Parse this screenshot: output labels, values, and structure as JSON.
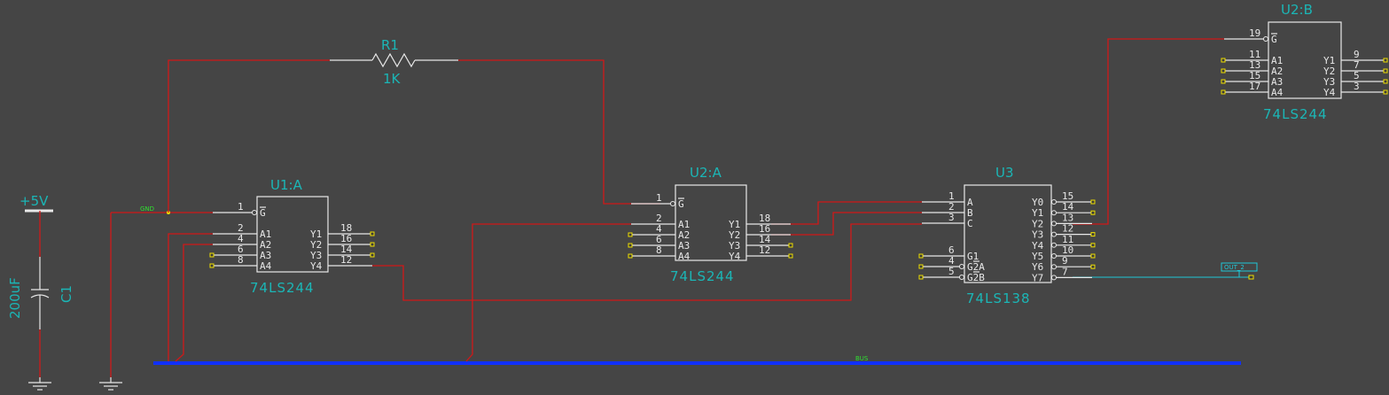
{
  "net_labels": {
    "gnd": "GND",
    "bus": "BUS",
    "out": "OUT_2"
  },
  "power": {
    "label": "+5V"
  },
  "capacitor": {
    "ref": "C1",
    "value": "200uF"
  },
  "resistor": {
    "ref": "R1",
    "value": "1K"
  },
  "u1a": {
    "ref": "U1:A",
    "part": "74LS244",
    "gate": {
      "num": "1",
      "name": "G"
    },
    "inputs": [
      {
        "num": "2",
        "name": "A1"
      },
      {
        "num": "4",
        "name": "A2"
      },
      {
        "num": "6",
        "name": "A3"
      },
      {
        "num": "8",
        "name": "A4"
      }
    ],
    "outputs": [
      {
        "num": "18",
        "name": "Y1"
      },
      {
        "num": "16",
        "name": "Y2"
      },
      {
        "num": "14",
        "name": "Y3"
      },
      {
        "num": "12",
        "name": "Y4"
      }
    ]
  },
  "u2a": {
    "ref": "U2:A",
    "part": "74LS244",
    "gate": {
      "num": "1",
      "name": "G"
    },
    "inputs": [
      {
        "num": "2",
        "name": "A1"
      },
      {
        "num": "4",
        "name": "A2"
      },
      {
        "num": "6",
        "name": "A3"
      },
      {
        "num": "8",
        "name": "A4"
      }
    ],
    "outputs": [
      {
        "num": "18",
        "name": "Y1"
      },
      {
        "num": "16",
        "name": "Y2"
      },
      {
        "num": "14",
        "name": "Y3"
      },
      {
        "num": "12",
        "name": "Y4"
      }
    ]
  },
  "u2b": {
    "ref": "U2:B",
    "part": "74LS244",
    "gate": {
      "num": "19",
      "name": "G"
    },
    "inputs": [
      {
        "num": "11",
        "name": "A1"
      },
      {
        "num": "13",
        "name": "A2"
      },
      {
        "num": "15",
        "name": "A3"
      },
      {
        "num": "17",
        "name": "A4"
      }
    ],
    "outputs": [
      {
        "num": "9",
        "name": "Y1"
      },
      {
        "num": "7",
        "name": "Y2"
      },
      {
        "num": "5",
        "name": "Y3"
      },
      {
        "num": "3",
        "name": "Y4"
      }
    ]
  },
  "u3": {
    "ref": "U3",
    "part": "74LS138",
    "inputs": [
      {
        "num": "1",
        "name": "A"
      },
      {
        "num": "2",
        "name": "B"
      },
      {
        "num": "3",
        "name": "C"
      }
    ],
    "enables": [
      {
        "num": "6",
        "name": "G1"
      },
      {
        "num": "4",
        "name": "G2A"
      },
      {
        "num": "5",
        "name": "G2B"
      }
    ],
    "outputs": [
      {
        "num": "15",
        "name": "Y0"
      },
      {
        "num": "14",
        "name": "Y1"
      },
      {
        "num": "13",
        "name": "Y2"
      },
      {
        "num": "12",
        "name": "Y3"
      },
      {
        "num": "11",
        "name": "Y4"
      },
      {
        "num": "10",
        "name": "Y5"
      },
      {
        "num": "9",
        "name": "Y6"
      },
      {
        "num": "7",
        "name": "Y7"
      }
    ]
  }
}
